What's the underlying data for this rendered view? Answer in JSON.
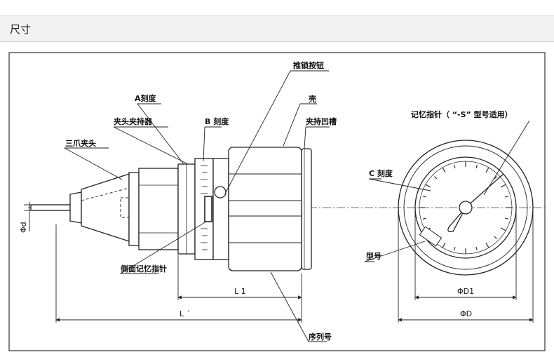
{
  "header": {
    "title": "尺寸"
  },
  "labels": {
    "push_lock_button": "推锁按钮",
    "shell": "壳",
    "scale_a": "A刻度",
    "chuck_holder": "夹头夹持器",
    "scale_b": "B 刻度",
    "chuck_groove": "夹持凹槽",
    "three_jaw_chuck": "三爪夹头",
    "memory_pointer": "记忆指针（ “-S” 型号适用）",
    "scale_c": "C 刻度",
    "model_no": "型号",
    "side_memory_pointer": "侧面记忆指针",
    "serial_no": "序列号"
  },
  "dimensions": {
    "d": "Φd",
    "l1": "L 1",
    "l_prime": "L ´",
    "d1": "ΦD1",
    "D": "ΦD"
  },
  "colors": {
    "line": "#222222",
    "header_bg": "#f2f2f2"
  }
}
